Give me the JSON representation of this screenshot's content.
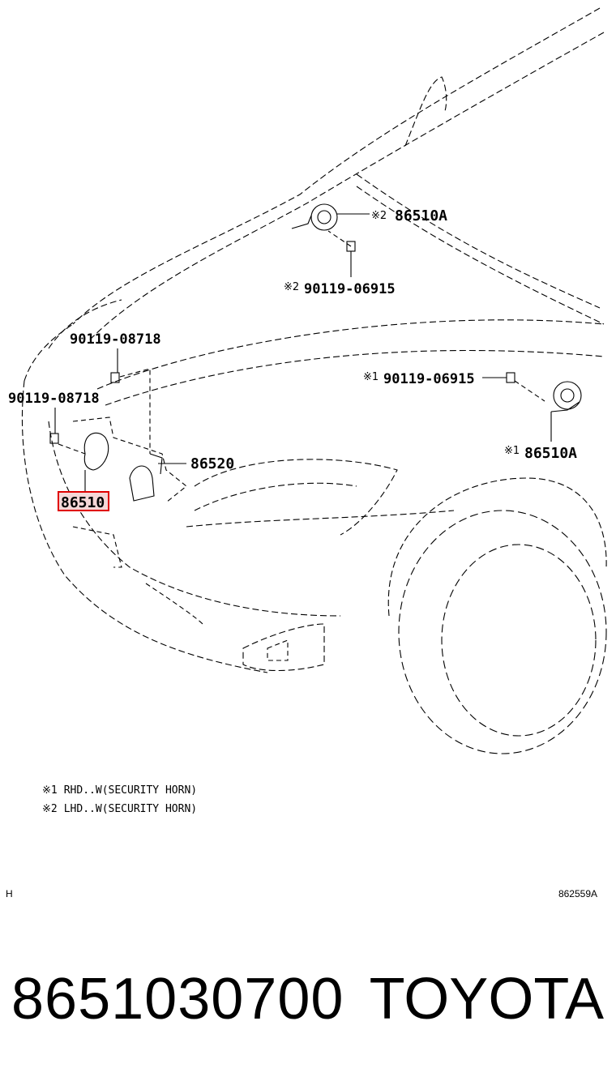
{
  "diagram": {
    "callouts": {
      "horn_lhd": {
        "mark": "※2",
        "part": "86510A"
      },
      "bolt_lhd": {
        "mark": "※2",
        "part": "90119-06915"
      },
      "bolt_top": {
        "part": "90119-08718"
      },
      "bolt_left": {
        "part": "90119-08718"
      },
      "bolt_rhd": {
        "mark": "※1",
        "part": "90119-06915"
      },
      "horn_rhd": {
        "mark": "※1",
        "part": "86510A"
      },
      "bracket": {
        "part": "86520"
      },
      "horn_main": {
        "part": "86510"
      }
    },
    "highlight_color": "#e00000"
  },
  "notes": [
    {
      "mark": "※1",
      "text": "RHD..W(SECURITY HORN)"
    },
    {
      "mark": "※2",
      "text": "LHD..W(SECURITY HORN)"
    }
  ],
  "footer": {
    "left": "H",
    "right": "862559A"
  },
  "product": {
    "part_number": "8651030700",
    "brand": "TOYOTA"
  }
}
